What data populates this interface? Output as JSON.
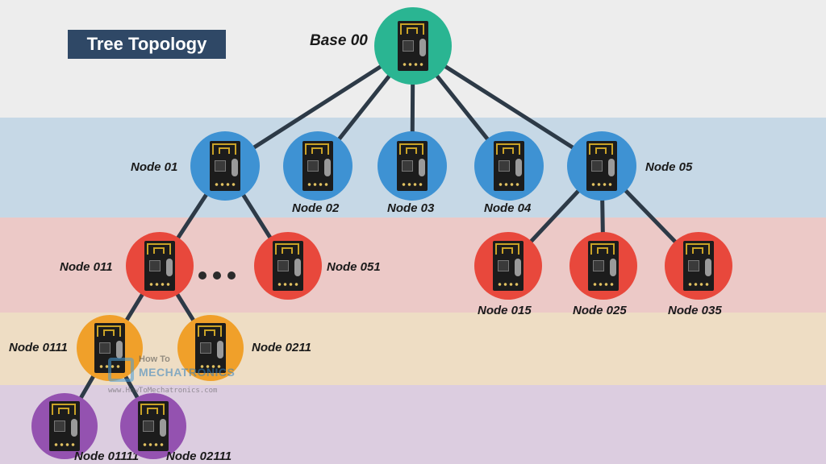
{
  "title": "Tree Topology",
  "colors": {
    "base": "#2ab592",
    "level1": "#3e92d3",
    "level2": "#e8483c",
    "level3": "#f0a02a",
    "level4": "#9452b0",
    "edge": "#2d3a47"
  },
  "nodes": [
    {
      "id": "base",
      "label": "Base 00",
      "level": 0
    },
    {
      "id": "n01",
      "label": "Node 01",
      "level": 1
    },
    {
      "id": "n02",
      "label": "Node 02",
      "level": 1
    },
    {
      "id": "n03",
      "label": "Node 03",
      "level": 1
    },
    {
      "id": "n04",
      "label": "Node 04",
      "level": 1
    },
    {
      "id": "n05",
      "label": "Node 05",
      "level": 1
    },
    {
      "id": "n011",
      "label": "Node 011",
      "level": 2
    },
    {
      "id": "n051",
      "label": "Node 051",
      "level": 2
    },
    {
      "id": "n015",
      "label": "Node 015",
      "level": 2
    },
    {
      "id": "n025",
      "label": "Node 025",
      "level": 2
    },
    {
      "id": "n035",
      "label": "Node 035",
      "level": 2
    },
    {
      "id": "n0111",
      "label": "Node 0111",
      "level": 3
    },
    {
      "id": "n0211",
      "label": "Node 0211",
      "level": 3
    },
    {
      "id": "n01111",
      "label": "Node 01111",
      "level": 4
    },
    {
      "id": "n02111",
      "label": "Node 02111",
      "level": 4
    }
  ],
  "edges": [
    [
      "base",
      "n01"
    ],
    [
      "base",
      "n02"
    ],
    [
      "base",
      "n03"
    ],
    [
      "base",
      "n04"
    ],
    [
      "base",
      "n05"
    ],
    [
      "n01",
      "n011"
    ],
    [
      "n01",
      "n051"
    ],
    [
      "n05",
      "n015"
    ],
    [
      "n05",
      "n025"
    ],
    [
      "n05",
      "n035"
    ],
    [
      "n011",
      "n0111"
    ],
    [
      "n011",
      "n0211"
    ],
    [
      "n0111",
      "n01111"
    ],
    [
      "n0111",
      "n02111"
    ]
  ],
  "watermark": {
    "line1": "How To",
    "line2": "MECHATRONICS",
    "url": "www.HowToMechatronics.com"
  }
}
